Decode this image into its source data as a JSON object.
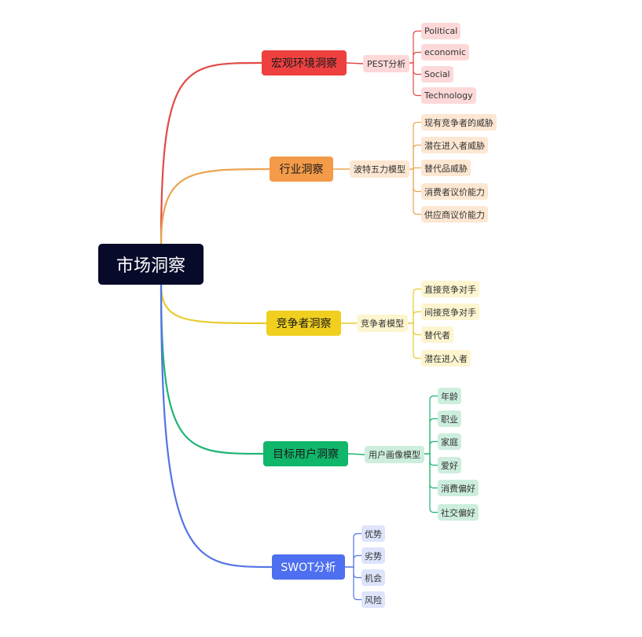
{
  "root": {
    "label": "市场洞察",
    "color": "#080a2a"
  },
  "branches": [
    {
      "label": "宏观环境洞察",
      "color": "#ef4040",
      "line": "#e04b46",
      "light": "#fcd9d8",
      "model": "PEST分析",
      "items": [
        "Political",
        "economic",
        "Social",
        "Technology"
      ]
    },
    {
      "label": "行业洞察",
      "color": "#f39b48",
      "line": "#eba552",
      "light": "#fde7d2",
      "model": "波特五力模型",
      "items": [
        "现有竞争者的威胁",
        "潜在进入者威胁",
        "替代品威胁",
        "消费者议价能力",
        "供应商议价能力"
      ]
    },
    {
      "label": "竞争者洞察",
      "color": "#f0cf1f",
      "line": "#e9cb2e",
      "light": "#fdf5cf",
      "model": "竞争者模型",
      "items": [
        "直接竞争对手",
        "间接竞争对手",
        "替代者",
        "潜在进入者"
      ]
    },
    {
      "label": "目标用户洞察",
      "color": "#10b66a",
      "line": "#1eb571",
      "light": "#cdeedd",
      "model": "用户画像模型",
      "items": [
        "年龄",
        "职业",
        "家庭",
        "爱好",
        "消费偏好",
        "社交偏好"
      ]
    },
    {
      "label": "SWOT分析",
      "color": "#4d6ff0",
      "line": "#5474e6",
      "light": "#dde4fb",
      "model": "",
      "items": [
        "优势",
        "劣势",
        "机会",
        "风险"
      ]
    }
  ]
}
